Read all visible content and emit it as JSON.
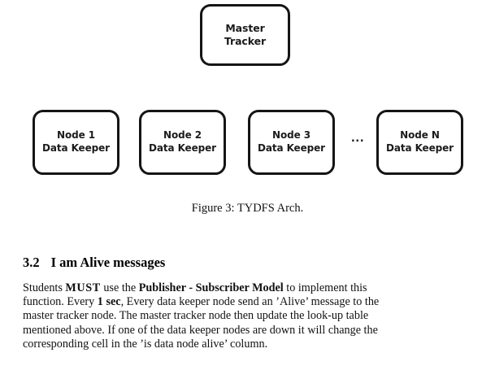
{
  "document": {
    "figure": {
      "master": {
        "line1": "Master",
        "line2": "Tracker"
      },
      "nodes": [
        {
          "line1": "Node 1",
          "line2": "Data Keeper"
        },
        {
          "line1": "Node 2",
          "line2": "Data Keeper"
        },
        {
          "line1": "Node 3",
          "line2": "Data Keeper"
        },
        {
          "line1": "Node N",
          "line2": "Data Keeper"
        }
      ],
      "ellipsis": "...",
      "caption": "Figure 3: TYDFS Arch."
    },
    "section": {
      "number": "3.2",
      "title": "I am Alive messages"
    },
    "paragraph": {
      "l1a": "Students ",
      "l1b": "MUST",
      "l1c": " use the ",
      "l1d": "Publisher - Subscriber Model",
      "l1e": " to implement this",
      "l2a": "function.  Every ",
      "l2b": "1 sec",
      "l2c": ", Every data keeper node send an ’Alive’ message to the",
      "l3": "master tracker node.  The master tracker node then update the look-up table",
      "l4": "mentioned above.  If one of the data keeper nodes are down it will change the",
      "l5": "corresponding cell in the ’is data node alive’ column."
    }
  }
}
